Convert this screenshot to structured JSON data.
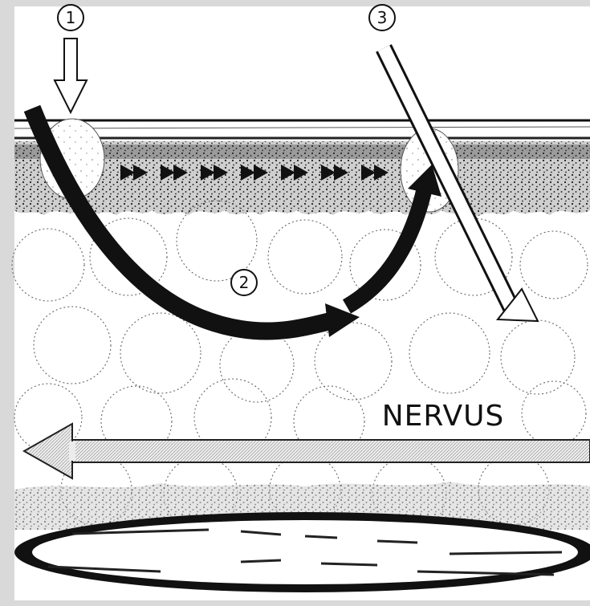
{
  "figure": {
    "markers": [
      "1",
      "2",
      "3"
    ],
    "nerve_label": "NERVUS",
    "colors": {
      "page": "#d9d9d9",
      "paper": "#ffffff",
      "ink": "#111111",
      "stipple": "#333333",
      "tissue_band": "#5a5a5a",
      "nerve_fill": "#e6e6e6"
    }
  }
}
